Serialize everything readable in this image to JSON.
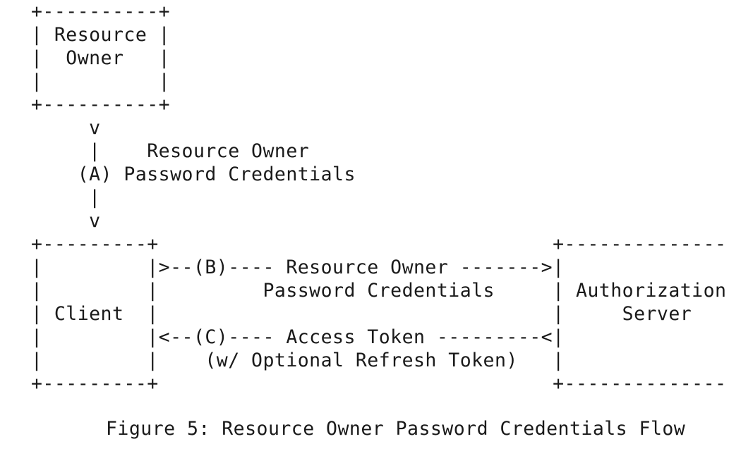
{
  "diagram": {
    "lines": [
      "+----------+",
      "| Resource |",
      "|  Owner   |",
      "|          |",
      "+----------+",
      "     v",
      "     |    Resource Owner",
      "    (A) Password Credentials",
      "     |",
      "     v",
      "+---------+                                  +---------------+",
      "|         |>--(B)---- Resource Owner ------->|               |",
      "|         |         Password Credentials     | Authorization |",
      "| Client  |                                  |     Server    |",
      "|         |<--(C)---- Access Token ---------<|               |",
      "|         |    (w/ Optional Refresh Token)   |               |",
      "+---------+                                  +---------------+"
    ],
    "caption": "Figure 5: Resource Owner Password Credentials Flow"
  }
}
